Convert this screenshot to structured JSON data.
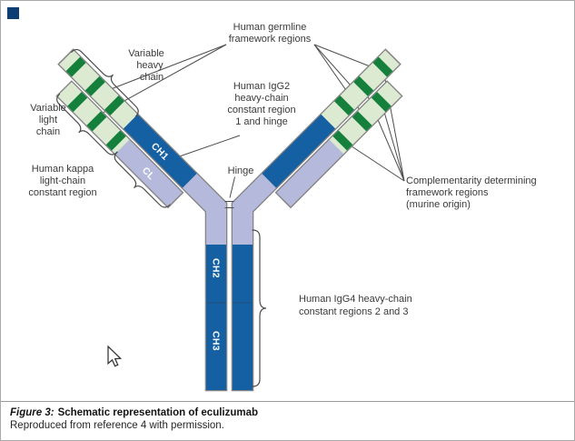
{
  "colors": {
    "bar_blue": "#1560a3",
    "bar_lavender": "#b5badc",
    "bar_pale_green": "#dcead2",
    "cdr_dark_green": "#15803c",
    "bar_outline": "#838383",
    "annotation_line": "#4d4d4d",
    "stem_divider": "#2b4a6f",
    "corner_square": "#0c3e74"
  },
  "diagram": {
    "top_labels": {
      "germline": [
        "Human germline",
        "framework regions"
      ]
    },
    "left_labels": {
      "variable_heavy": [
        "Variable",
        "heavy",
        "chain"
      ],
      "variable_light": [
        "Variable",
        "light",
        "chain"
      ],
      "kappa_constant": [
        "Human kappa",
        "light-chain",
        "constant region"
      ]
    },
    "center_labels": {
      "igg2": [
        "Human IgG2",
        "heavy-chain",
        "constant region",
        "1 and hinge"
      ],
      "hinge": "Hinge"
    },
    "right_labels": {
      "cdr": [
        "Complementarity determining",
        "framework regions",
        "(murine origin)"
      ],
      "igg4": [
        "Human IgG4 heavy-chain",
        "constant regions 2 and 3"
      ]
    },
    "segment_labels": {
      "ch1": "CH1",
      "cl": "CL",
      "ch2": "CH2",
      "ch3": "CH3"
    }
  },
  "caption": {
    "label": "Figure 3:",
    "title": "Schematic representation of eculizumab",
    "source": "Reproduced from reference 4 with permission."
  }
}
